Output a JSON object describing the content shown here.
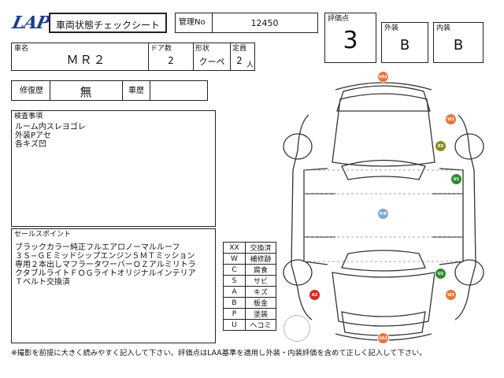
{
  "header": {
    "logo": "LAP",
    "title": "車両状態チェックシート",
    "mgmt_label": "管理No",
    "mgmt_value": "12450"
  },
  "rating": {
    "overall_label": "評価点",
    "overall_value": "3",
    "exterior_label": "外装",
    "exterior_value": "B",
    "interior_label": "内装",
    "interior_value": "B"
  },
  "vehicle": {
    "name_label": "車名",
    "name_value": "ＭＲ２",
    "doors_label": "ドア数",
    "doors_value": "2",
    "shape_label": "形状",
    "shape_value": "クーペ",
    "capacity_label": "定員",
    "capacity_value": "2",
    "capacity_unit": "人"
  },
  "history": {
    "repair_label": "修復歴",
    "repair_value": "無",
    "car_history_label": "車歴",
    "car_history_value": ""
  },
  "inspection": {
    "label": "検査事項",
    "lines": "ルーム内スレヨゴレ\n外装Pアセ\n各キズ凹"
  },
  "sales": {
    "label": "セールスポイント",
    "lines": "ブラックカラー純正フルエアロノーマルルーフ\n３Ｓ−ＧＥミッドシップエンジン５ＭＴミッション\n専用２本出しマフラータワーバーＯＺアルミリトラ\nクタブルライトＦＯＧライトオリジナルインテリア\nＴベルト交換済"
  },
  "legend": [
    {
      "code": "XX",
      "meaning": "交換済"
    },
    {
      "code": "W",
      "meaning": "補修跡"
    },
    {
      "code": "C",
      "meaning": "腐食"
    },
    {
      "code": "S",
      "meaning": "サビ"
    },
    {
      "code": "A",
      "meaning": "キズ"
    },
    {
      "code": "B",
      "meaning": "板金"
    },
    {
      "code": "P",
      "meaning": "塗装"
    },
    {
      "code": "U",
      "meaning": "ヘコミ"
    }
  ],
  "damage_marks": [
    {
      "code": "UA2",
      "color": "#e8743b"
    },
    {
      "code": "W2",
      "color": "#e8743b"
    },
    {
      "code": "XX",
      "color": "#8a8a1a"
    },
    {
      "code": "U1",
      "color": "#2e8b2e"
    },
    {
      "code": "P/R",
      "color": "#7fa7c9"
    },
    {
      "code": "U2",
      "color": "#2e8b2e"
    },
    {
      "code": "A3",
      "color": "#d42a2a"
    },
    {
      "code": "W3",
      "color": "#e8743b"
    },
    {
      "code": "UA1",
      "color": "#e8743b"
    }
  ],
  "footer": "※撮影を前提に大きく読みやすく記入して下さい。評価点はLAA基準を適用し外装・内装評価を含めて正しく記入して下さい。"
}
